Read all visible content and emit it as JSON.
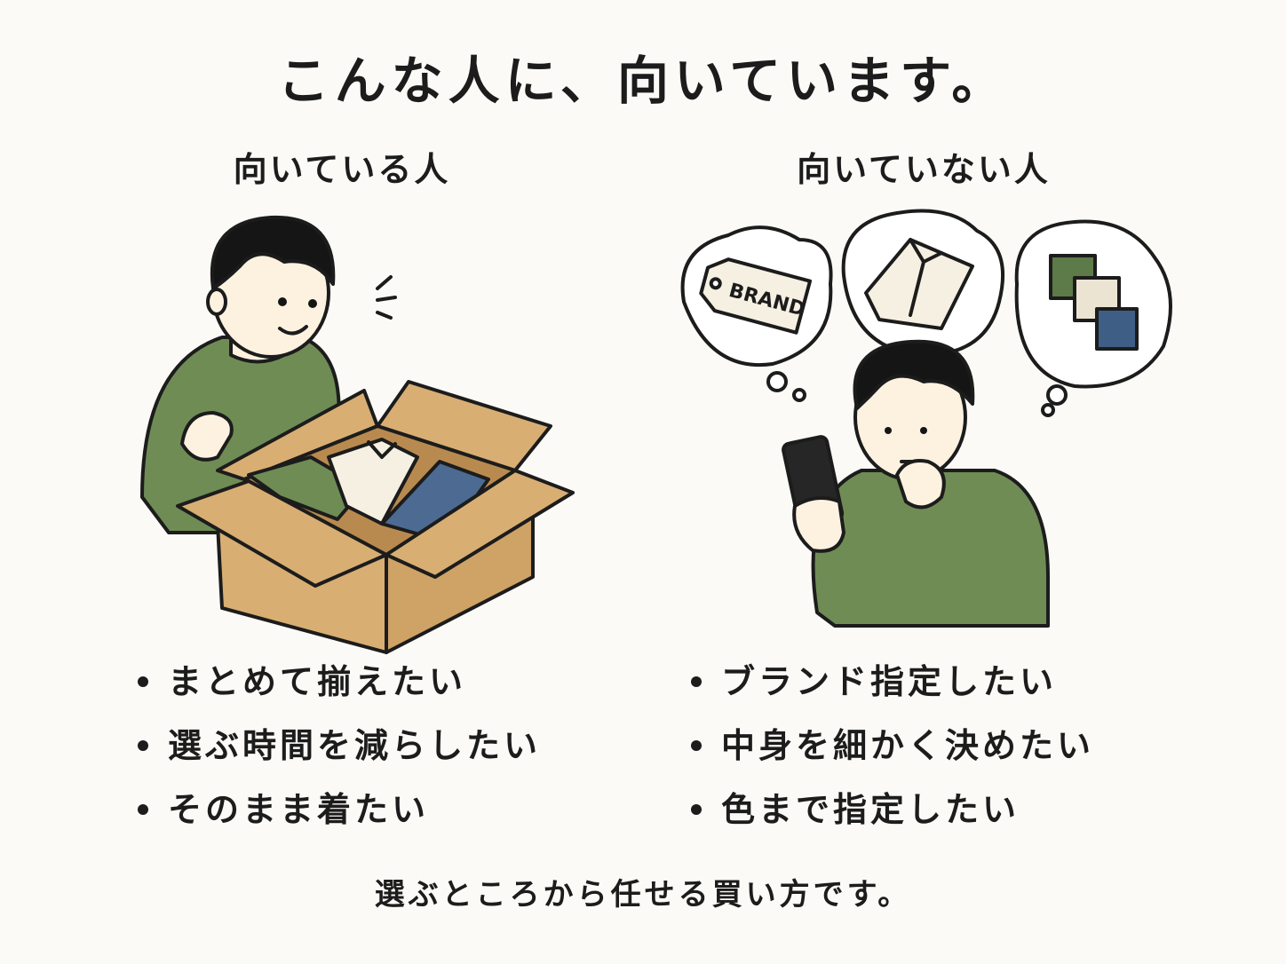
{
  "title": "こんな人に、向いています。",
  "left": {
    "heading": "向いている人",
    "points": [
      "まとめて揃えたい",
      "選ぶ時間を減らしたい",
      "そのまま着たい"
    ]
  },
  "right": {
    "heading": "向いていない人",
    "tag_text": "BRAND",
    "points": [
      "ブランド指定したい",
      "中身を細かく決めたい",
      "色まで指定したい"
    ]
  },
  "footer": "選ぶところから任せる買い方です。",
  "colors": {
    "sweater": "#6f8c55",
    "box": "#d8ae73",
    "jeans": "#4c6a92",
    "skin": "#fdf2e0",
    "shirt": "#f6f0e2",
    "hair": "#151515",
    "navy_swatch": "#3f5e86",
    "green_swatch": "#5d7a49",
    "beige_swatch": "#ece4d3"
  }
}
